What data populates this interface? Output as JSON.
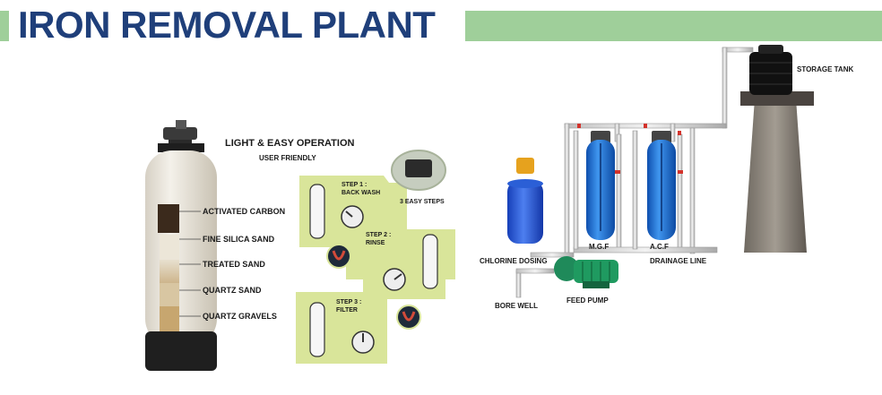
{
  "title": "IRON REMOVAL PLANT",
  "filter_layers": [
    "ACTIVATED CARBON",
    "FINE SILICA SAND",
    "TREATED SAND",
    "QUARTZ SAND",
    "QUARTZ GRAVELS"
  ],
  "operation": {
    "heading": "LIGHT & EASY OPERATION",
    "subheading": "USER FRIENDLY",
    "easy_steps": "3 EASY STEPS",
    "step1": [
      "STEP 1 :",
      "BACK WASH"
    ],
    "step2": [
      "STEP 2 :",
      "RINSE"
    ],
    "step3": [
      "STEP 3 :",
      "FILTER"
    ]
  },
  "plant": {
    "storage_tank": "STORAGE TANK",
    "mgf": "M.G.F",
    "acf": "A.C.F",
    "chlorine_dosing": "CHLORINE DOSING",
    "drainage_line": "DRAINAGE LINE",
    "bore_well": "BORE WELL",
    "feed_pump": "FEED PUMP"
  },
  "colors": {
    "title": "#1f3f7a",
    "accent_bar": "#9fcf9a",
    "panel_green": "#d9e59a",
    "vessel_blue": "#1f6fd0"
  }
}
